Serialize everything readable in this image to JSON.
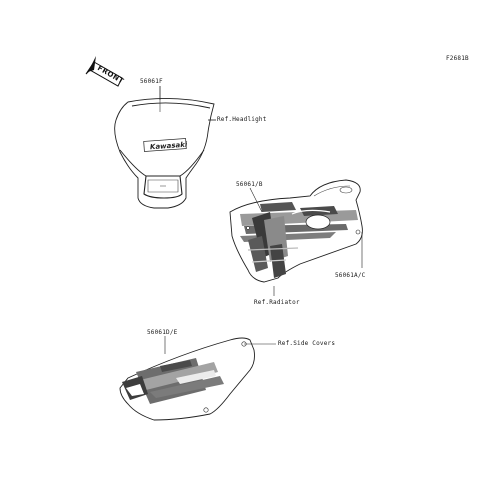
{
  "figure_code": "F2681B",
  "front_marker": "FRONT",
  "brand_mark": "Kawasaki",
  "labels": {
    "headlight_part": "56061F",
    "headlight_ref": "Ref.Headlight",
    "shroud_top_part": "56061/B",
    "shroud_side_part": "56061A/C",
    "radiator_ref": "Ref.Radiator",
    "sidecover_part": "56061D/E",
    "sidecovers_ref": "Ref.Side Covers"
  }
}
